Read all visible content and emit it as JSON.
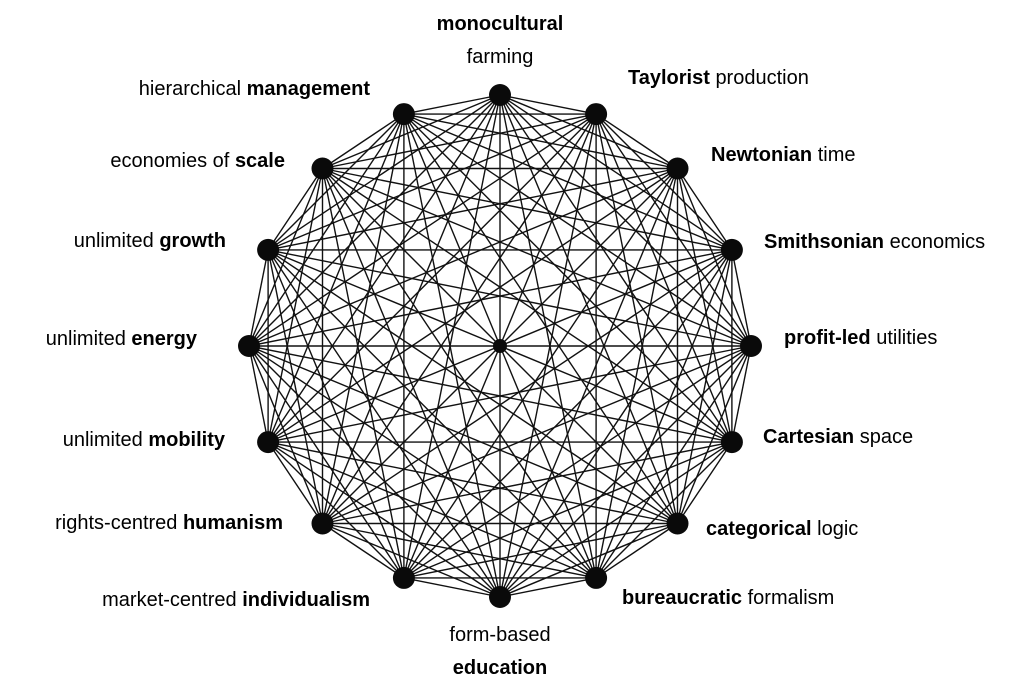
{
  "graph": {
    "type": "complete-graph",
    "background": "#ffffff",
    "node_color": "#0a0a0a",
    "edge_color": "#111111",
    "nodes": [
      {
        "id": "monocultural-farming",
        "bold": "monocultural",
        "normal": "farming"
      },
      {
        "id": "taylorist-production",
        "bold": "Taylorist",
        "normal": "production"
      },
      {
        "id": "newtonian-time",
        "bold": "Newtonian",
        "normal": "time"
      },
      {
        "id": "smithsonian-economics",
        "bold": "Smithsonian",
        "normal": "economics"
      },
      {
        "id": "profit-led-utilities",
        "bold": "profit-led",
        "normal": "utilities"
      },
      {
        "id": "cartesian-space",
        "bold": "Cartesian",
        "normal": "space"
      },
      {
        "id": "categorical-logic",
        "bold": "categorical",
        "normal": "logic"
      },
      {
        "id": "bureaucratic-formalism",
        "bold": "bureaucratic",
        "normal": "formalism"
      },
      {
        "id": "form-based-education",
        "bold": "education",
        "normal": "form-based"
      },
      {
        "id": "market-centred-individualism",
        "bold": "individualism",
        "normal": "market-centred"
      },
      {
        "id": "rights-centred-humanism",
        "bold": "humanism",
        "normal": "rights-centred"
      },
      {
        "id": "unlimited-mobility",
        "bold": "mobility",
        "normal": "unlimited"
      },
      {
        "id": "unlimited-energy",
        "bold": "energy",
        "normal": "unlimited"
      },
      {
        "id": "unlimited-growth",
        "bold": "growth",
        "normal": "unlimited"
      },
      {
        "id": "economies-of-scale",
        "bold": "scale",
        "normal": "economies of"
      },
      {
        "id": "hierarchical-management",
        "bold": "management",
        "normal": "hierarchical"
      }
    ]
  }
}
